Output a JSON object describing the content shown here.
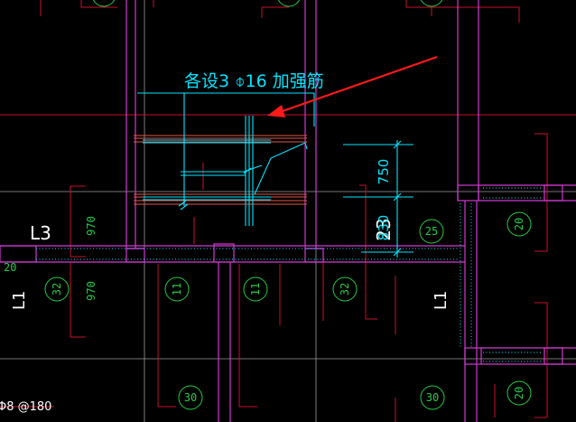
{
  "colors": {
    "background": "#000000",
    "grid_red": "#c8102e",
    "grid_grey": "#9a9a9a",
    "wall_magenta": "#d23ad2",
    "rebar_cyan": "#00e5ff",
    "label_green": "#22cc44",
    "label_white": "#ffffff",
    "arrow_red": "#ff1a1a",
    "dots_cyan": "#00bcd4"
  },
  "annotation": {
    "main": "各设3 ⌽16 加强筋",
    "dim_750": "750",
    "dim_830": "830",
    "arrow_icon": "red-arrow-icon"
  },
  "labels": {
    "L3": "L3",
    "L1_left": "L1",
    "L1_right": "L1",
    "n20_left": "20",
    "stirrup": "Φ8 @180",
    "n970_top": "970",
    "n970_bottom": "970",
    "n23": "23"
  },
  "circles": [
    {
      "text": "25"
    },
    {
      "text": "20"
    },
    {
      "text": "32"
    },
    {
      "text": "11"
    },
    {
      "text": "11"
    },
    {
      "text": "32"
    },
    {
      "text": "30"
    },
    {
      "text": "30"
    },
    {
      "text": "20"
    }
  ]
}
